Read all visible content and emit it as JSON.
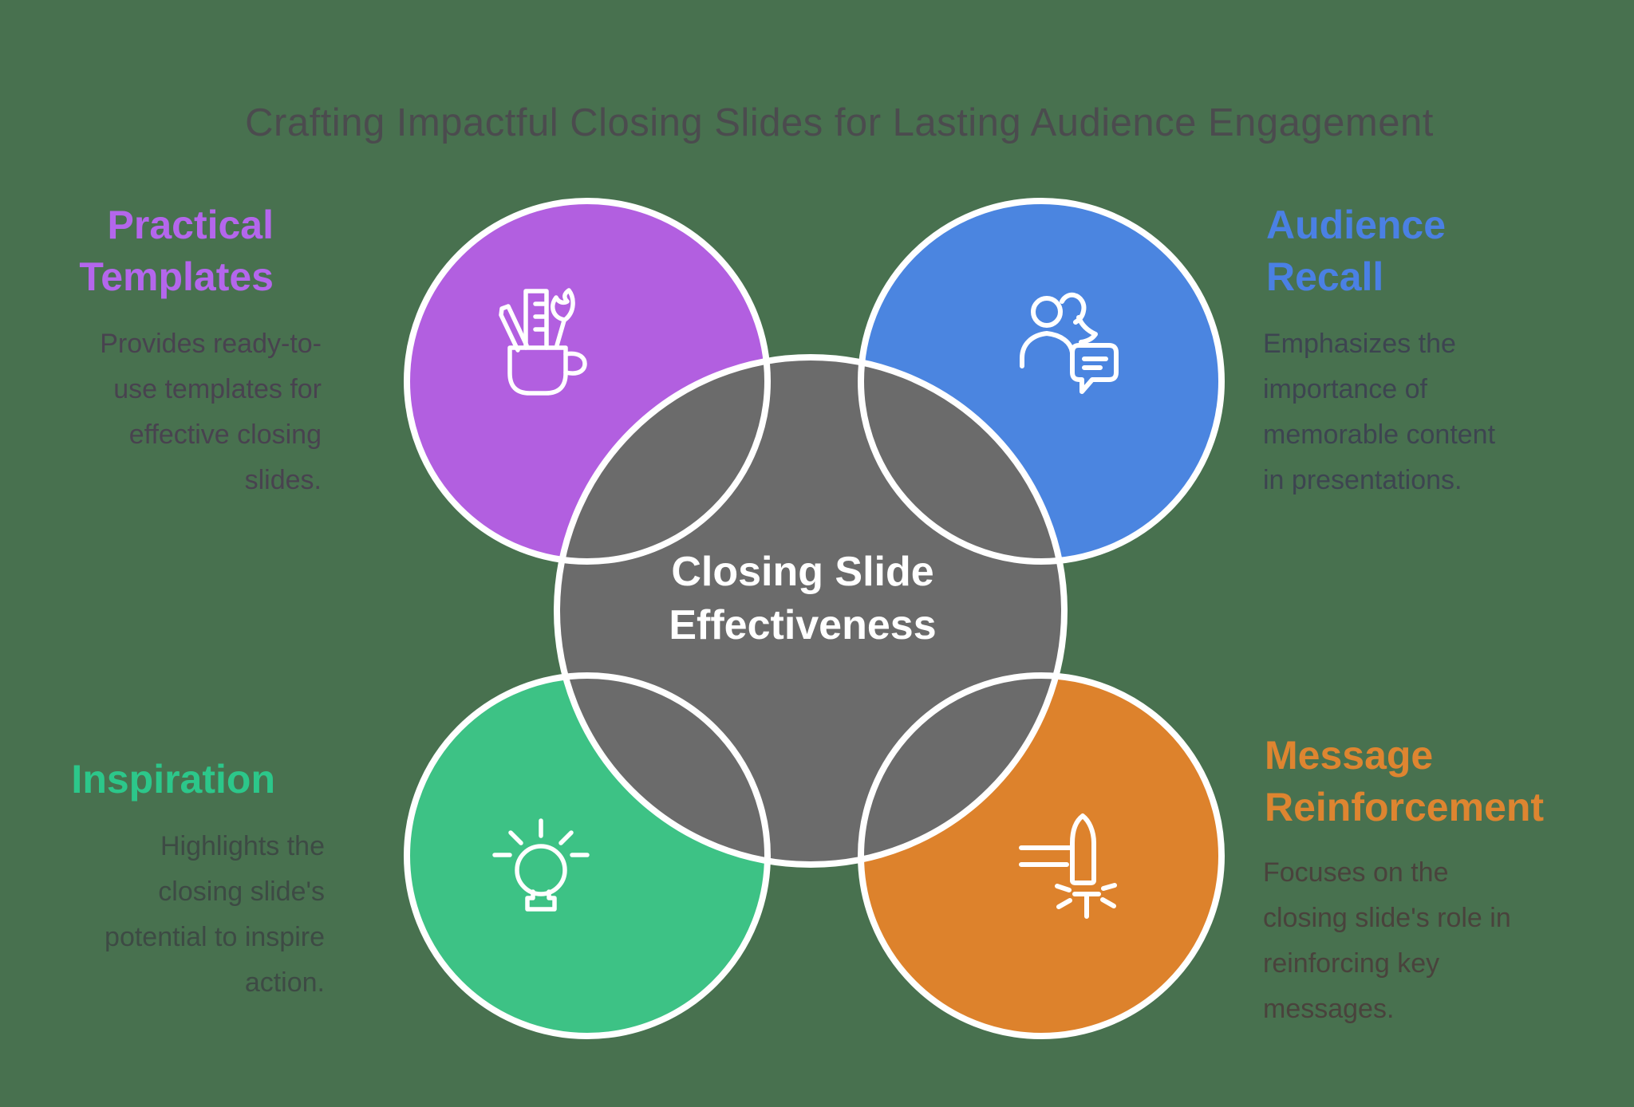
{
  "background_color": "#48714f",
  "title": {
    "text": "Crafting Impactful Closing Slides for Lasting Audience Engagement",
    "color": "#4b4b4e"
  },
  "center": {
    "label": "Closing Slide\nEffectiveness",
    "circle_color": "#6b6b6b",
    "text_color": "#ffffff",
    "outline_color": "#ffffff"
  },
  "sections": [
    {
      "id": "practical-templates",
      "title": "Practical\nTemplates",
      "title_color": "#b466ec",
      "description": "Provides ready-to-\nuse templates for\neffective closing\nslides.",
      "description_color": "#48424f",
      "circle_color": "#b25fe0",
      "icon": "mug-with-art-tools-icon",
      "position": "top-left"
    },
    {
      "id": "audience-recall",
      "title": "Audience\nRecall",
      "title_color": "#4a80e4",
      "description": "Emphasizes the\nimportance of\nmemorable content\nin presentations.",
      "description_color": "#3d4450",
      "circle_color": "#4b85e0",
      "icon": "people-chat-icon",
      "position": "top-right"
    },
    {
      "id": "inspiration",
      "title": "Inspiration",
      "title_color": "#2cc78a",
      "description": "Highlights the\nclosing slide's\npotential to inspire\naction.",
      "description_color": "#3d4a44",
      "circle_color": "#3dc285",
      "icon": "lightbulb-rays-icon",
      "position": "bottom-left"
    },
    {
      "id": "message-reinforcement",
      "title": "Message\nReinforcement",
      "title_color": "#de8530",
      "description": "Focuses on the\nclosing slide's role in\nreinforcing key\nmessages.",
      "description_color": "#49423c",
      "circle_color": "#dd822c",
      "icon": "spotlight-beam-icon",
      "position": "bottom-right"
    }
  ]
}
